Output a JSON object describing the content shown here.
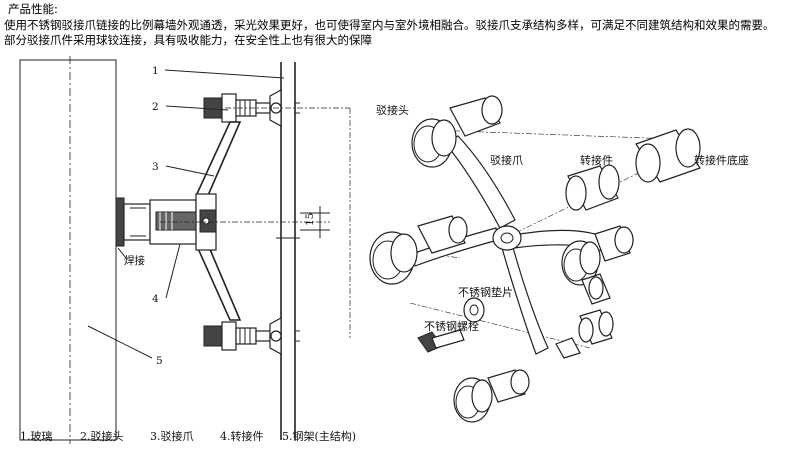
{
  "intro": {
    "heading": "产品性能:",
    "body": "使用不锈钢驳接爪链接的比例幕墙外观通透，采光效果更好，也可使得室内与室外境相融合。驳接爪支承结构多样，可满足不同建筑结构和效果的需要。部分驳接爪件采用球铰连接，具有吸收能力，在安全性上也有很大的保障"
  },
  "section_view": {
    "callouts": [
      "1",
      "2",
      "3",
      "4",
      "5"
    ],
    "weld_label": "焊接",
    "dimension": "15",
    "legend": [
      "1.玻璃",
      "2.驳接头",
      "3.驳接爪",
      "4.转接件",
      "5.钢架(主结构)"
    ]
  },
  "exploded_view": {
    "labels": [
      "驳接头",
      "驳接爪",
      "转接件",
      "转接件底座",
      "不锈钢垫片",
      "不锈钢螺栓"
    ]
  }
}
